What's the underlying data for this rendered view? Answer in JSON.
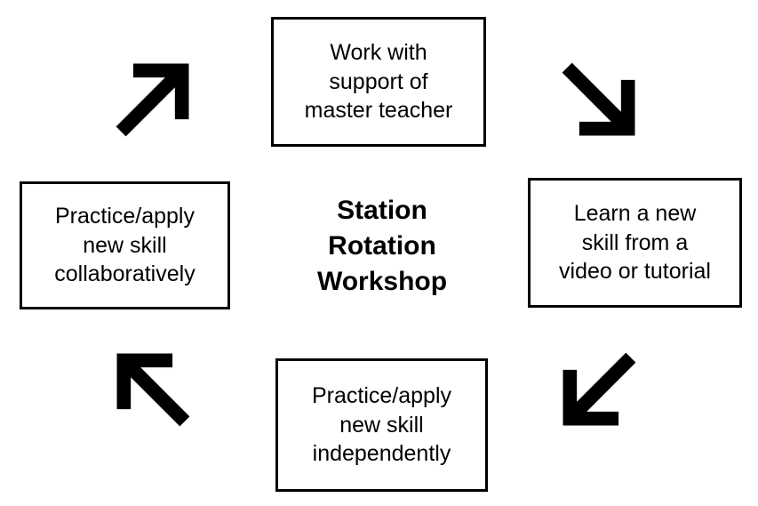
{
  "diagram": {
    "title": "Station Rotation Workshop",
    "center": {
      "label": "Station\nRotation\nWorkshop"
    },
    "nodes": [
      {
        "id": "top",
        "position": "top",
        "label": "Work with\nsupport of\nmaster teacher"
      },
      {
        "id": "right",
        "position": "right",
        "label": "Learn a new\nskill from a\nvideo or tutorial"
      },
      {
        "id": "bottom",
        "position": "bottom",
        "label": "Practice/apply\nnew skill\nindependently"
      },
      {
        "id": "left",
        "position": "left",
        "label": "Practice/apply\nnew skill\ncollaboratively"
      }
    ],
    "arrows": [
      {
        "id": "ne",
        "icon": "arrow-northeast-icon",
        "direction": "northeast"
      },
      {
        "id": "se",
        "icon": "arrow-southeast-icon",
        "direction": "southeast"
      },
      {
        "id": "sw",
        "icon": "arrow-southwest-icon",
        "direction": "southwest"
      },
      {
        "id": "nw",
        "icon": "arrow-northwest-icon",
        "direction": "northwest"
      }
    ],
    "colors": {
      "background": "#ffffff",
      "stroke": "#000000",
      "text": "#000000",
      "arrow_fill": "#000000"
    }
  }
}
